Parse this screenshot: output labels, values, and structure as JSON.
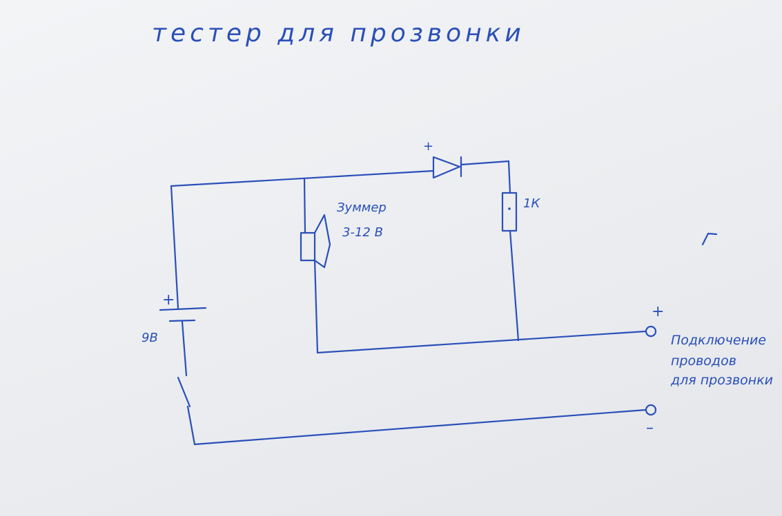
{
  "title": "тестер для прозвонки",
  "battery": {
    "label": "9В",
    "plus": "+"
  },
  "buzzer": {
    "label_line1": "Зуммер",
    "label_line2": "3-12 В"
  },
  "diode": {
    "plus": "+"
  },
  "resistor": {
    "label": "1К"
  },
  "terminals": {
    "plus": "+",
    "minus": "–"
  },
  "note": {
    "line1": "Подключение",
    "line2": "проводов",
    "line3": "для прозвонки"
  },
  "colors": {
    "ink": "#2a4fb8",
    "paper": "#eceef1"
  }
}
